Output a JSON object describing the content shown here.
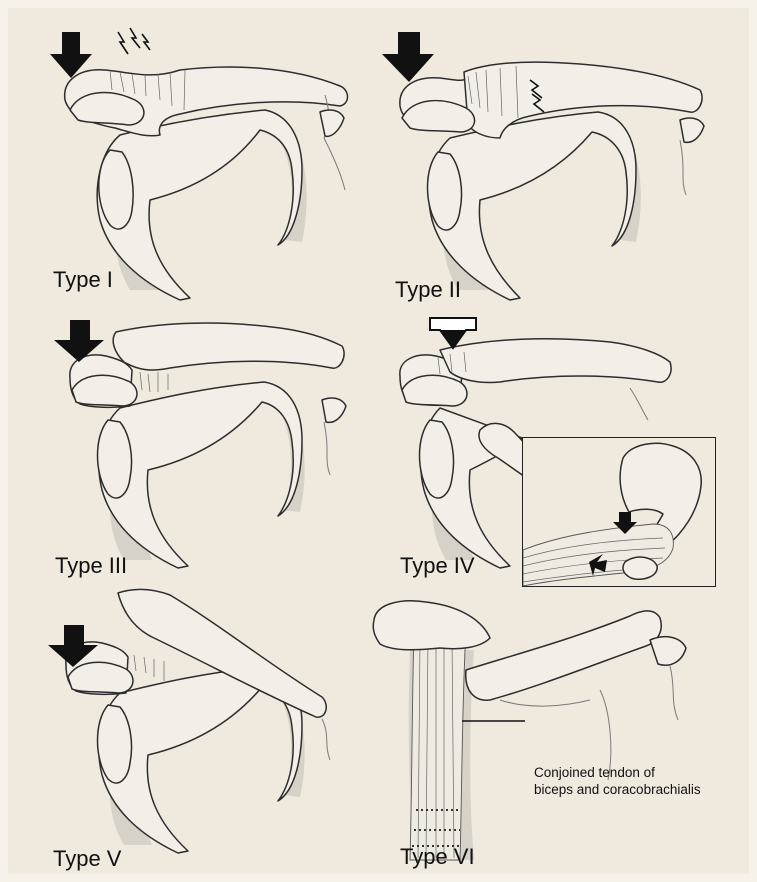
{
  "panels": [
    {
      "id": "type-1",
      "label": "Type I"
    },
    {
      "id": "type-2",
      "label": "Type II"
    },
    {
      "id": "type-3",
      "label": "Type III"
    },
    {
      "id": "type-4",
      "label": "Type IV"
    },
    {
      "id": "type-5",
      "label": "Type V"
    },
    {
      "id": "type-6",
      "label": "Type VI"
    }
  ],
  "annotation": {
    "line1": "Conjoined tendon of",
    "line2": "biceps and coracobrachialis"
  },
  "icons": [
    "down-arrow-icon",
    "impact-lightning-icon",
    "outlined-down-arrow-icon"
  ]
}
